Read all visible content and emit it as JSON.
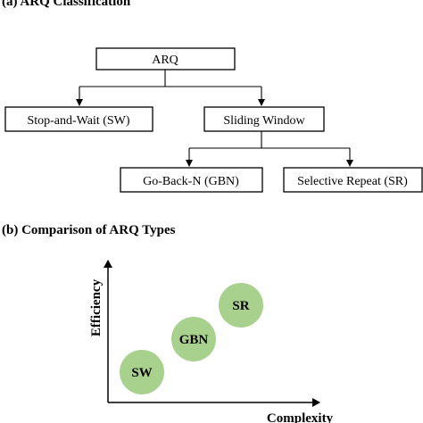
{
  "section_a": {
    "heading": "(a) ARQ Classification"
  },
  "tree": {
    "root": "ARQ",
    "level1": {
      "left": "Stop-and-Wait (SW)",
      "right": "Sliding Window"
    },
    "level2": {
      "left": "Go-Back-N (GBN)",
      "right": "Selective Repeat (SR)"
    }
  },
  "section_b": {
    "heading": "(b) Comparison of ARQ Types"
  },
  "comparison": {
    "x_axis_label": "Complexity",
    "y_axis_label": "Efficiency",
    "bubble_color": "#a9d18e",
    "items": [
      {
        "label": "SW"
      },
      {
        "label": "GBN"
      },
      {
        "label": "SR"
      }
    ]
  }
}
